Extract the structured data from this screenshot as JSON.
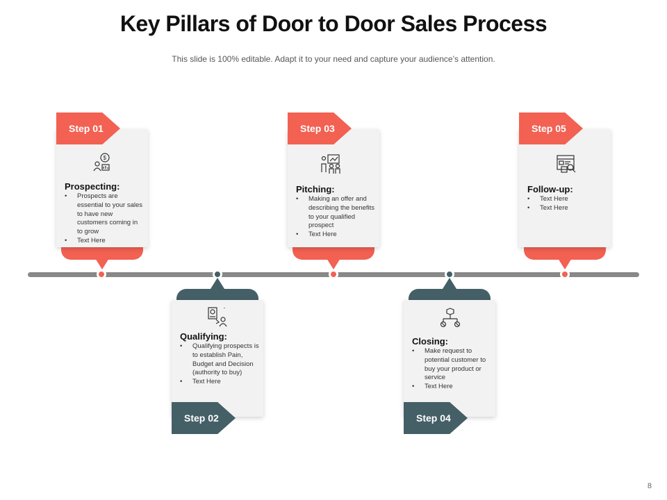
{
  "title": "Key Pillars of Door to Door Sales Process",
  "subtitle": "This slide is 100% editable. Adapt it to your need and capture your audience’s attention.",
  "page_number": "8",
  "colors": {
    "accent": "#f26152",
    "dark": "#455f66",
    "line": "#888888",
    "card": "#f2f2f2"
  },
  "steps": [
    {
      "badge": "Step 01",
      "heading": "Prospecting:",
      "icon": "prospect-money-icon",
      "bullets": [
        "Prospects are essential to your sales to have new customers coming in to grow",
        "Text Here"
      ]
    },
    {
      "badge": "Step 02",
      "heading": "Qualifying:",
      "icon": "qualify-document-icon",
      "bullets": [
        "Qualifying prospects is to establish Pain, Budget and Decision (authority to buy)",
        "Text Here"
      ]
    },
    {
      "badge": "Step 03",
      "heading": "Pitching:",
      "icon": "presentation-team-icon",
      "bullets": [
        "Making an offer and describing the benefits to your qualified prospect",
        "Text Here"
      ]
    },
    {
      "badge": "Step 04",
      "heading": "Closing:",
      "icon": "closing-network-icon",
      "bullets": [
        "Make request to potential customer to buy your product or service",
        "Text Here"
      ]
    },
    {
      "badge": "Step 05",
      "heading": "Follow-up:",
      "icon": "followup-browser-icon",
      "bullets": [
        "Text Here",
        "Text Here"
      ]
    }
  ]
}
